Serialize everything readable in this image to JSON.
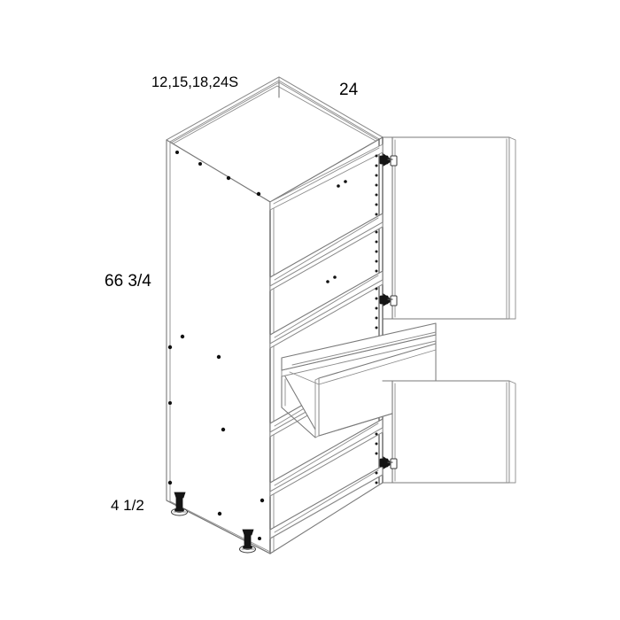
{
  "drawing": {
    "title": "Tall Pantry Cabinet Isometric Line Drawing",
    "background_color": "#ffffff",
    "line_color": "#808080",
    "line_color_dark": "#4d4d4d",
    "hardware_color": "#111111",
    "text_color": "#000000"
  },
  "dimensions": {
    "width_options": "12,15,18,24S",
    "depth": "24",
    "height": "66 3/4",
    "toe_kick_height": "4 1/2"
  },
  "components": {
    "cabinet_body": "cabinet-carcass",
    "top_panel": "top-panel",
    "left_side_panel": "left-side-panel",
    "right_side_panel": "right-side-panel",
    "back_panel": "back-panel",
    "shelves": [
      "shelf-upper-1",
      "shelf-upper-2",
      "shelf-upper-3",
      "shelf-lower-1",
      "shelf-lower-2"
    ],
    "drawer": "pull-out-drawer",
    "upper_door": "upper-door",
    "lower_door": "lower-door",
    "legs": [
      "adjustable-leg-front",
      "adjustable-leg-rear"
    ],
    "hinges": [
      "hinge-upper-top",
      "hinge-upper-bottom",
      "hinge-lower"
    ],
    "hole_rows": [
      "shelf-pin-hole-column",
      "dowel-hole-pattern"
    ]
  }
}
